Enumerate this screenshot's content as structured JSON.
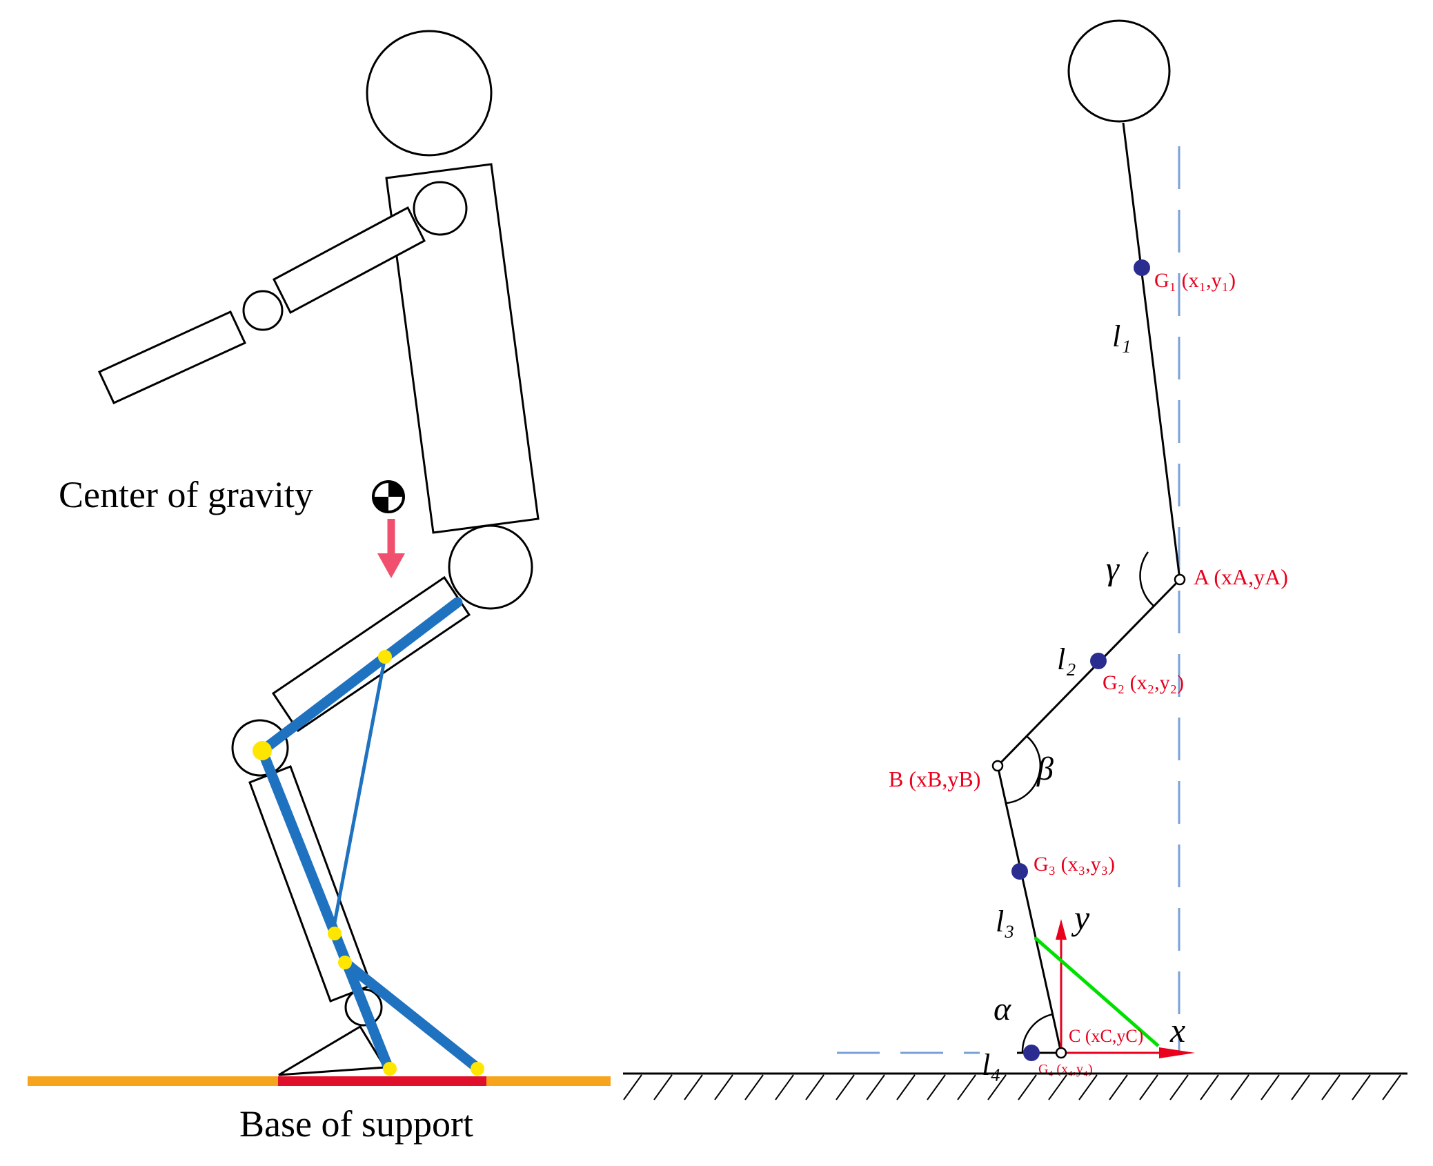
{
  "left_figure": {
    "cog_label": "Center of gravity",
    "base_label": "Base of support",
    "colors": {
      "outline": "#000000",
      "muscle": "#1f72c0",
      "joint": "#ffe600",
      "arrow": "#f0506e",
      "ground": "#f7a41d",
      "base": "#e0102a"
    }
  },
  "right_figure": {
    "labels": {
      "G1": "G₁ (x₁,y₁)",
      "G2": "G₂ (x₂,y₂)",
      "G3": "G₃ (x₃,y₃)",
      "G4": "G₄ (x₄,y₄)",
      "A": "A (xA,yA)",
      "B": "B (xB,yB)",
      "C": "C (xC,yC)",
      "l1": "l₁",
      "l2": "l₂",
      "l3": "l₃",
      "l4": "l₄",
      "alpha": "α",
      "beta": "β",
      "gamma": "γ",
      "axis_x": "x",
      "axis_y": "y"
    },
    "colors": {
      "link": "#000000",
      "mass_point": "#2a2d8f",
      "label": "#e8001c",
      "axis": "#e8001c",
      "support_line": "#00e000",
      "dashed": "#7aa0d8"
    }
  }
}
